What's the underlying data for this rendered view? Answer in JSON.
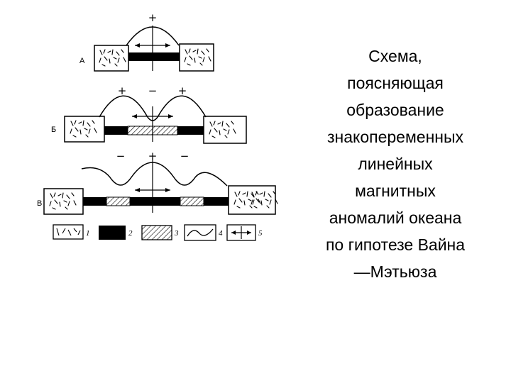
{
  "caption": "Схема,\nпоясняющая\nобразование\nзнакопеременных\nлинейных\nмагнитных\nаномалий океана\nпо гипотезе Вайна\n—Мэтьюза",
  "rows": [
    {
      "label": "А",
      "signs": [
        "+"
      ]
    },
    {
      "label": "Б",
      "signs": [
        "+",
        "−",
        "+"
      ]
    },
    {
      "label": "В",
      "signs": [
        "−",
        "+",
        "−"
      ]
    }
  ],
  "legend": [
    {
      "num": "1",
      "meaning": "continental-block"
    },
    {
      "num": "2",
      "meaning": "normal-polarity"
    },
    {
      "num": "3",
      "meaning": "reversed-polarity"
    },
    {
      "num": "4",
      "meaning": "anomaly-curve"
    },
    {
      "num": "5",
      "meaning": "spreading-axis"
    }
  ]
}
